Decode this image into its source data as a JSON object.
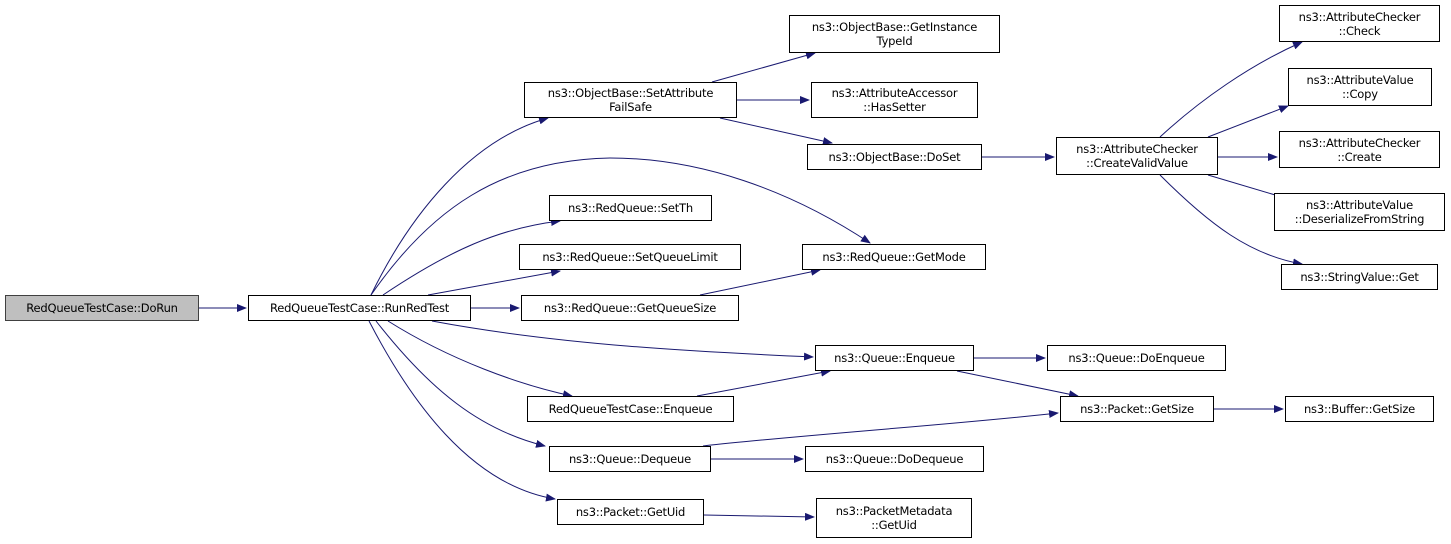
{
  "colors": {
    "edge": "#191970",
    "current_node_fill": "#bfbfbf",
    "node_fill": "#ffffff"
  },
  "nodes": [
    {
      "id": "dorun",
      "lines": [
        "RedQueueTestCase::DoRun"
      ],
      "current": true
    },
    {
      "id": "runredtest",
      "lines": [
        "RedQueueTestCase::RunRedTest"
      ]
    },
    {
      "id": "setattributefailsafe",
      "lines": [
        "ns3::ObjectBase::SetAttribute",
        "FailSafe"
      ]
    },
    {
      "id": "setth",
      "lines": [
        "ns3::RedQueue::SetTh"
      ]
    },
    {
      "id": "setqueuelimit",
      "lines": [
        "ns3::RedQueue::SetQueueLimit"
      ]
    },
    {
      "id": "getqueuesize",
      "lines": [
        "ns3::RedQueue::GetQueueSize"
      ]
    },
    {
      "id": "rqtc-enqueue",
      "lines": [
        "RedQueueTestCase::Enqueue"
      ]
    },
    {
      "id": "queue-dequeue",
      "lines": [
        "ns3::Queue::Dequeue"
      ]
    },
    {
      "id": "packet-getuid",
      "lines": [
        "ns3::Packet::GetUid"
      ]
    },
    {
      "id": "getinstancetypeid",
      "lines": [
        "ns3::ObjectBase::GetInstance",
        "TypeId"
      ]
    },
    {
      "id": "hassetter",
      "lines": [
        "ns3::AttributeAccessor",
        "::HasSetter"
      ]
    },
    {
      "id": "doset",
      "lines": [
        "ns3::ObjectBase::DoSet"
      ]
    },
    {
      "id": "getmode",
      "lines": [
        "ns3::RedQueue::GetMode"
      ]
    },
    {
      "id": "queue-enqueue",
      "lines": [
        "ns3::Queue::Enqueue"
      ]
    },
    {
      "id": "queue-dodequeue",
      "lines": [
        "ns3::Queue::DoDequeue"
      ]
    },
    {
      "id": "packetmetadata-getuid",
      "lines": [
        "ns3::PacketMetadata",
        "::GetUid"
      ]
    },
    {
      "id": "createvalidvalue",
      "lines": [
        "ns3::AttributeChecker",
        "::CreateValidValue"
      ]
    },
    {
      "id": "queue-doenqueue",
      "lines": [
        "ns3::Queue::DoEnqueue"
      ]
    },
    {
      "id": "packet-getsize",
      "lines": [
        "ns3::Packet::GetSize"
      ]
    },
    {
      "id": "checker-check",
      "lines": [
        "ns3::AttributeChecker",
        "::Check"
      ]
    },
    {
      "id": "value-copy",
      "lines": [
        "ns3::AttributeValue",
        "::Copy"
      ]
    },
    {
      "id": "checker-create",
      "lines": [
        "ns3::AttributeChecker",
        "::Create"
      ]
    },
    {
      "id": "value-deserialize",
      "lines": [
        "ns3::AttributeValue",
        "::DeserializeFromString"
      ]
    },
    {
      "id": "stringvalue-get",
      "lines": [
        "ns3::StringValue::Get"
      ]
    },
    {
      "id": "buffer-getsize",
      "lines": [
        "ns3::Buffer::GetSize"
      ]
    }
  ],
  "edges": [
    [
      "dorun",
      "runredtest"
    ],
    [
      "runredtest",
      "setattributefailsafe"
    ],
    [
      "runredtest",
      "getmode"
    ],
    [
      "runredtest",
      "setth"
    ],
    [
      "runredtest",
      "setqueuelimit"
    ],
    [
      "runredtest",
      "getqueuesize"
    ],
    [
      "runredtest",
      "queue-enqueue"
    ],
    [
      "runredtest",
      "rqtc-enqueue"
    ],
    [
      "runredtest",
      "queue-dequeue"
    ],
    [
      "runredtest",
      "packet-getuid"
    ],
    [
      "setattributefailsafe",
      "getinstancetypeid"
    ],
    [
      "setattributefailsafe",
      "hassetter"
    ],
    [
      "setattributefailsafe",
      "doset"
    ],
    [
      "doset",
      "createvalidvalue"
    ],
    [
      "createvalidvalue",
      "checker-check"
    ],
    [
      "createvalidvalue",
      "value-copy"
    ],
    [
      "createvalidvalue",
      "checker-create"
    ],
    [
      "createvalidvalue",
      "value-deserialize"
    ],
    [
      "createvalidvalue",
      "stringvalue-get"
    ],
    [
      "getqueuesize",
      "getmode"
    ],
    [
      "rqtc-enqueue",
      "queue-enqueue"
    ],
    [
      "queue-enqueue",
      "queue-doenqueue"
    ],
    [
      "queue-enqueue",
      "packet-getsize"
    ],
    [
      "queue-dequeue",
      "packet-getsize"
    ],
    [
      "queue-dequeue",
      "queue-dodequeue"
    ],
    [
      "packet-getuid",
      "packetmetadata-getuid"
    ],
    [
      "packet-getsize",
      "buffer-getsize"
    ]
  ]
}
